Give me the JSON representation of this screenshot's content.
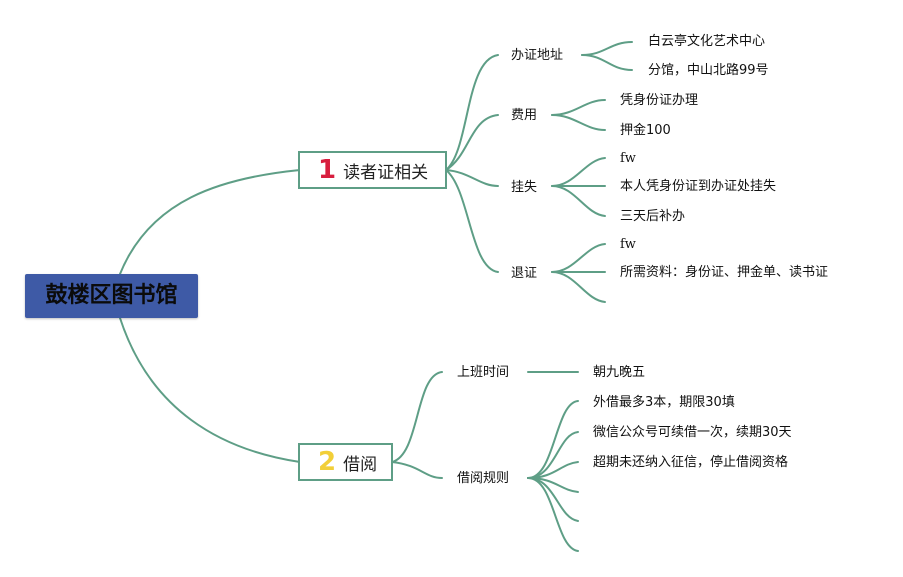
{
  "root": "鼓楼区图书馆",
  "branches": [
    {
      "number": "1",
      "number_color": "#d81e3e",
      "label": "读者证相关",
      "children": [
        {
          "label": "办证地址",
          "items": [
            "白云亭文化艺术中心",
            "分馆，中山北路99号"
          ]
        },
        {
          "label": "费用",
          "items": [
            "凭身份证办理",
            "押金100"
          ]
        },
        {
          "label": "挂失",
          "items": [
            "fw",
            "本人凭身份证到办证处挂失",
            "三天后补办"
          ]
        },
        {
          "label": "退证",
          "items": [
            "fw",
            "所需资料：身份证、押金单、读书证",
            ""
          ]
        }
      ]
    },
    {
      "number": "2",
      "number_color": "#f2cf38",
      "label": "借阅",
      "children": [
        {
          "label": "上班时间",
          "items": [
            "朝九晚五"
          ]
        },
        {
          "label": "借阅规则",
          "items": [
            "外借最多3本，期限30填",
            "微信公众号可续借一次，续期30天",
            "超期未还纳入征信，停止借阅资格",
            "",
            "",
            ""
          ]
        }
      ]
    }
  ],
  "colors": {
    "connector": "#5e9e86",
    "root_fill": "#3e5aa6"
  }
}
